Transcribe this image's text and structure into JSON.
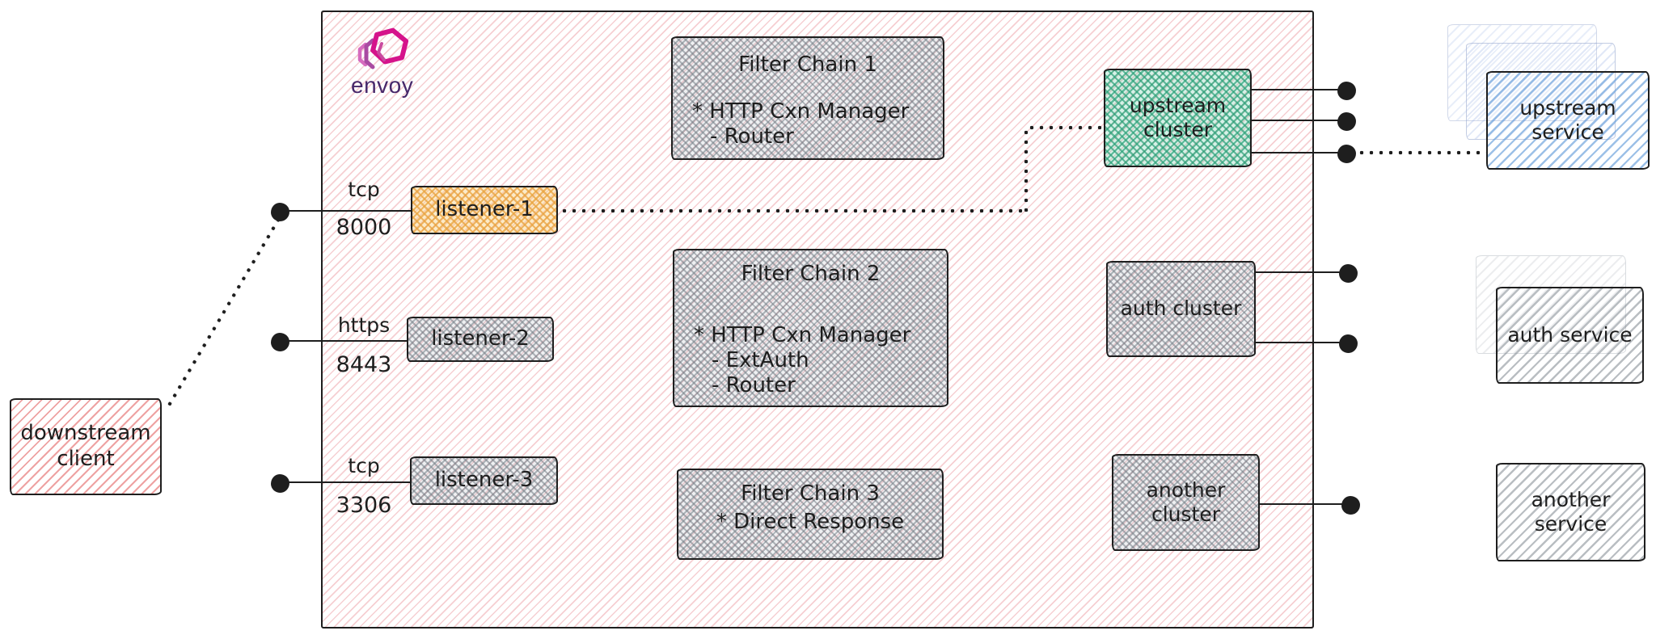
{
  "envoy": {
    "logo_text": "envoy"
  },
  "downstream_client": {
    "label": "downstream client"
  },
  "listeners": [
    {
      "protocol": "tcp",
      "port": "8000",
      "label": "listener-1"
    },
    {
      "protocol": "https",
      "port": "8443",
      "label": "listener-2"
    },
    {
      "protocol": "tcp",
      "port": "3306",
      "label": "listener-3"
    }
  ],
  "filter_chains": [
    {
      "title": "Filter Chain 1",
      "items": [
        "* HTTP Cxn Manager",
        "- Router"
      ]
    },
    {
      "title": "Filter Chain 2",
      "items": [
        "* HTTP Cxn Manager",
        "- ExtAuth",
        "- Router"
      ]
    },
    {
      "title": "Filter Chain 3",
      "items": [
        "* Direct Response"
      ]
    }
  ],
  "clusters": [
    {
      "label": "upstream cluster"
    },
    {
      "label": "auth cluster"
    },
    {
      "label": "another cluster"
    }
  ],
  "services": [
    {
      "label": "upstream service"
    },
    {
      "label": "auth service"
    },
    {
      "label": "another service"
    }
  ],
  "colors": {
    "ink": "#1e1e1e",
    "boundary_hatch_red": "#e25f6a",
    "client_red": "#e03131",
    "listener_orange": "#e8a33d",
    "neutral_gray": "#868e96",
    "cluster_green": "#2f9e77",
    "service_blue": "#4d88c4",
    "envoy_purple": "#46276a",
    "envoy_magenta": "#d5138b"
  }
}
